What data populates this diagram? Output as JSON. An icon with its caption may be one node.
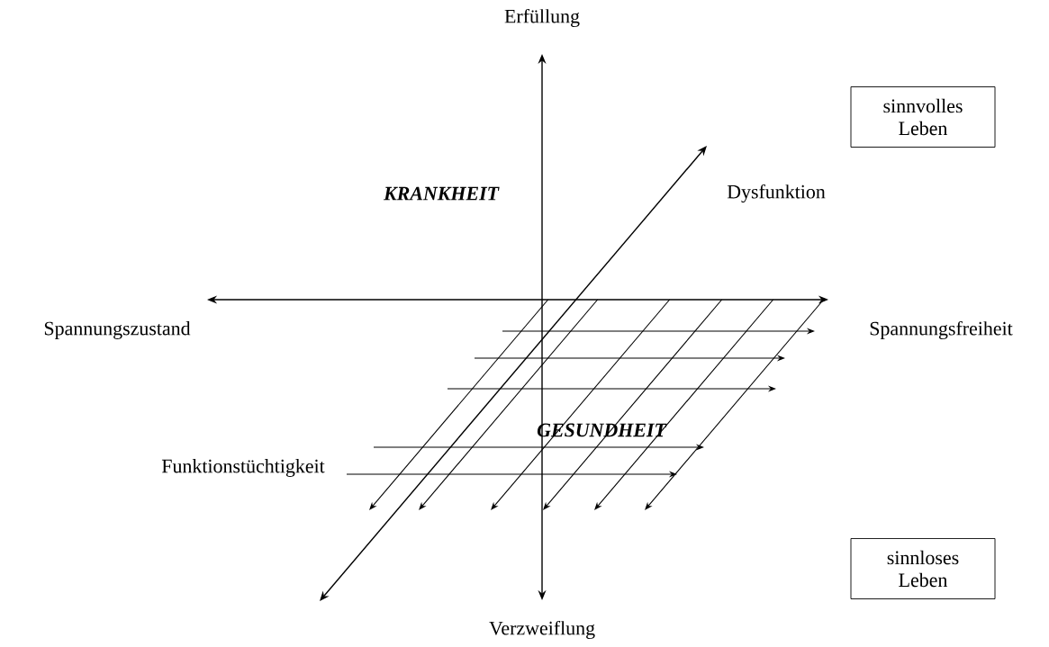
{
  "diagram": {
    "nodes": [
      {
        "text": [
          "sinnvolles Leben"
        ]
      },
      {
        "text": [
          "sinnloses Leben"
        ]
      }
    ],
    "labels": [
      "Erfüllung",
      "KRANKHEIT",
      "Dysfunktion",
      "Spannungszustand",
      "Spannungsfreiheit",
      "GESUNDHEIT",
      "Funktionstüchtigkeit",
      "Verzweiflung"
    ]
  }
}
